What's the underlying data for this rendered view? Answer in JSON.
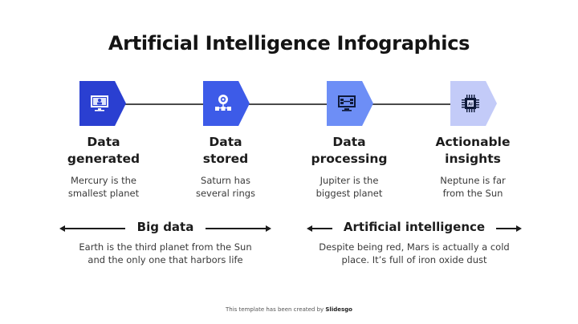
{
  "title": "Artificial Intelligence Infographics",
  "steps": [
    {
      "title_line1": "Data",
      "title_line2": "generated",
      "desc_line1": "Mercury is the",
      "desc_line2": "smallest planet",
      "icon": "computer-user-icon",
      "color": "#2a3fd1"
    },
    {
      "title_line1": "Data",
      "title_line2": "stored",
      "desc_line1": "Saturn has",
      "desc_line2": "several rings",
      "icon": "gear-network-icon",
      "color": "#3d5be8"
    },
    {
      "title_line1": "Data",
      "title_line2": "processing",
      "desc_line1": "Jupiter is the",
      "desc_line2": "biggest planet",
      "icon": "monitor-nodes-icon",
      "color": "#6d8ef6"
    },
    {
      "title_line1": "Actionable",
      "title_line2": "insights",
      "desc_line1": "Neptune is far",
      "desc_line2": "from the Sun",
      "icon": "ai-chip-icon",
      "color": "#c3cbf8"
    }
  ],
  "sections": [
    {
      "label": "Big data",
      "desc_line1": "Earth is the third planet from the Sun",
      "desc_line2": "and the only one that harbors life"
    },
    {
      "label": "Artificial intelligence",
      "desc_line1": "Despite being red, Mars is actually a cold",
      "desc_line2": "place. It’s full of iron oxide dust"
    }
  ],
  "footer": {
    "text": "This template has been created by ",
    "brand": "Slidesgo"
  }
}
